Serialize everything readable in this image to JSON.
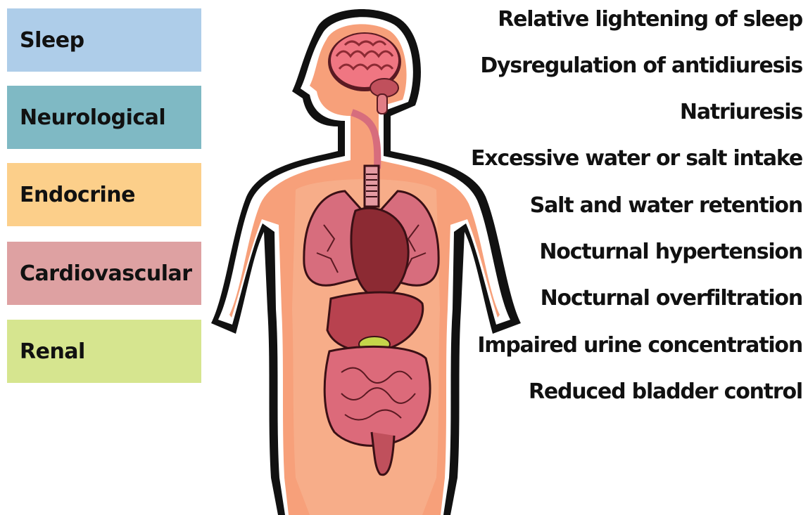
{
  "categories": [
    {
      "label": "Sleep",
      "color": "#aecde9"
    },
    {
      "label": "Neurological",
      "color": "#7fb9c4"
    },
    {
      "label": "Endocrine",
      "color": "#fccf8a"
    },
    {
      "label": "Cardiovascular",
      "color": "#dea1a2"
    },
    {
      "label": "Renal",
      "color": "#d6e58f"
    }
  ],
  "factors": [
    "Relative lightening of sleep",
    "Dysregulation of antidiuresis",
    "Natriuresis",
    "Excessive water or salt intake",
    "Salt and water retention",
    "Nocturnal hypertension",
    "Nocturnal overfiltration",
    "Impaired urine concentration",
    "Reduced bladder control"
  ],
  "figure": {
    "skin_color": "#f7a07a",
    "skin_light": "#f8b896",
    "brain_color": "#f07682",
    "organ_dark": "#8c2a33",
    "organ_mid": "#c0505c",
    "lung_color": "#d76d7d",
    "gut_color": "#dc6a7a",
    "gallbladder_color": "#c5d64a"
  }
}
